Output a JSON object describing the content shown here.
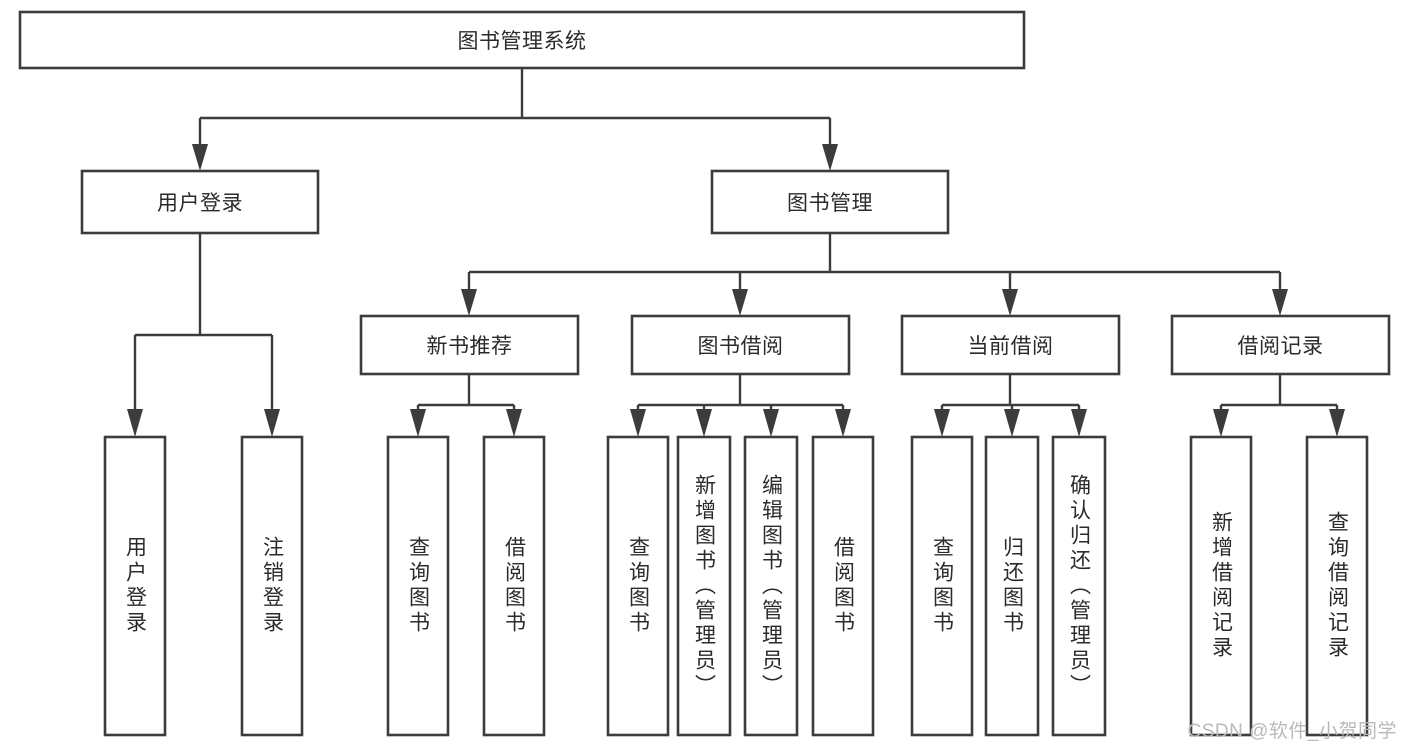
{
  "diagram": {
    "title": "图书管理系统",
    "watermark": "CSDN @软件_小贺同学",
    "colors": {
      "stroke": "#3c3c3c",
      "fill": "#ffffff",
      "text": "#2b2b2b",
      "watermark": "#b9b9b9",
      "background": "#ffffff"
    },
    "levels": {
      "root": {
        "label": "图书管理系统"
      },
      "level2": [
        {
          "label": "用户登录"
        },
        {
          "label": "图书管理"
        }
      ],
      "level3": [
        {
          "label": "新书推荐"
        },
        {
          "label": "图书借阅"
        },
        {
          "label": "当前借阅"
        },
        {
          "label": "借阅记录"
        }
      ],
      "leaves": {
        "user_login": [
          {
            "label": "用户登录"
          },
          {
            "label": "注销登录"
          }
        ],
        "new_book_recommend": [
          {
            "label": "查询图书"
          },
          {
            "label": "借阅图书"
          }
        ],
        "book_borrow": [
          {
            "label": "查询图书"
          },
          {
            "label": "新增图书（管理员）"
          },
          {
            "label": "编辑图书（管理员）"
          },
          {
            "label": "借阅图书"
          }
        ],
        "current_borrow": [
          {
            "label": "查询图书"
          },
          {
            "label": "归还图书"
          },
          {
            "label": "确认归还（管理员）"
          }
        ],
        "borrow_record": [
          {
            "label": "新增借阅记录"
          },
          {
            "label": "查询借阅记录"
          }
        ]
      }
    }
  }
}
